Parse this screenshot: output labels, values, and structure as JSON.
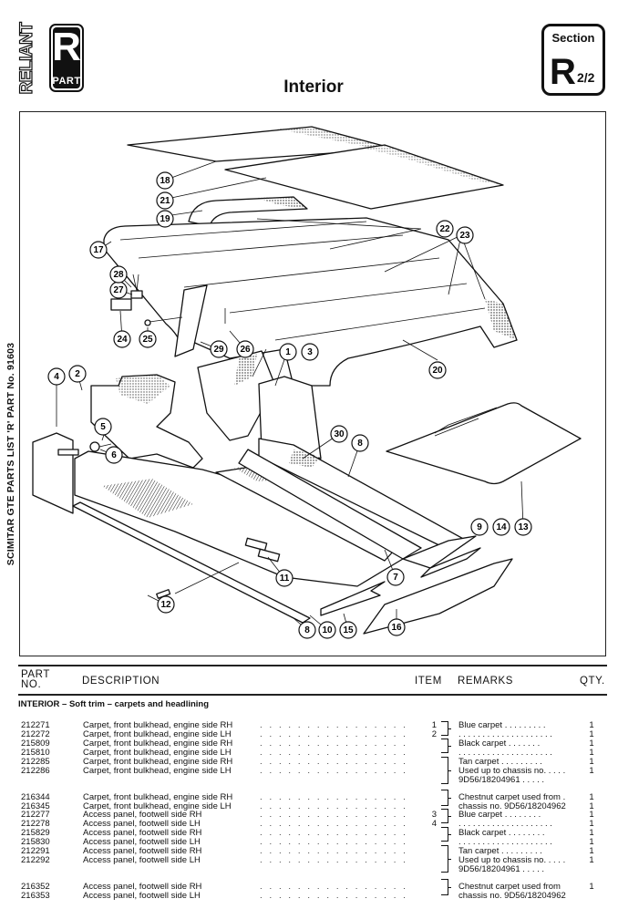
{
  "header": {
    "brand": "RELIANT",
    "logo_letter": "R",
    "logo_sub": "PART",
    "title": "Interior",
    "section_label": "Section",
    "section_letter": "R",
    "section_page": "2/2"
  },
  "side_label": "SCIMITAR GTE PARTS LIST 'R' PART No. 91603",
  "diagram": {
    "callouts": [
      "1",
      "2",
      "3",
      "4",
      "5",
      "6",
      "7",
      "8",
      "8",
      "9",
      "10",
      "11",
      "12",
      "13",
      "14",
      "15",
      "16",
      "17",
      "18",
      "19",
      "20",
      "21",
      "22",
      "23",
      "24",
      "25",
      "26",
      "27",
      "28",
      "29",
      "30"
    ]
  },
  "table": {
    "headers": {
      "part_no_line1": "PART",
      "part_no_line2": "NO.",
      "description": "DESCRIPTION",
      "item": "ITEM",
      "remarks": "REMARKS",
      "qty": "QTY."
    },
    "section_heading": "INTERIOR – Soft trim – carpets and headlining",
    "leader_dots": ". . . . . . . . . . . . . . . . . . . . . . . . .",
    "rows": [
      {
        "part_no": "212271",
        "description": "Carpet, front bulkhead, engine side RH",
        "item": "1",
        "remarks": "Blue carpet . . . . . . . . .",
        "qty": "1"
      },
      {
        "part_no": "212272",
        "description": "Carpet, front bulkhead, engine side LH",
        "item": "2",
        "remarks": ". . . . . . . . . . . . . . . . . . . .",
        "qty": "1"
      },
      {
        "part_no": "215809",
        "description": "Carpet, front bulkhead, engine side RH",
        "item": "",
        "remarks": "Black carpet . . . . . . .",
        "qty": "1"
      },
      {
        "part_no": "215810",
        "description": "Carpet, front bulkhead, engine side LH",
        "item": "",
        "remarks": ". . . . . . . . . . . . . . . . . . . .",
        "qty": "1"
      },
      {
        "part_no": "212285",
        "description": "Carpet, front bulkhead, engine side RH",
        "item": "",
        "remarks": "Tan carpet . . . . . . . . .",
        "qty": "1"
      },
      {
        "part_no": "212286",
        "description": "Carpet, front bulkhead, engine side LH",
        "item": "",
        "remarks": "Used up to chassis no. . . . .",
        "qty": "1"
      },
      {
        "part_no": "",
        "description": "",
        "item": "",
        "remarks": "9D56/18204961 . . . . .",
        "qty": ""
      },
      {
        "part_no": "216344",
        "description": "Carpet, front bulkhead, engine side RH",
        "item": "",
        "remarks": "Chestnut carpet used from .",
        "qty": "1"
      },
      {
        "part_no": "216345",
        "description": "Carpet, front bulkhead, engine side LH",
        "item": "",
        "remarks": "chassis no. 9D56/18204962",
        "qty": "1"
      },
      {
        "part_no": "212277",
        "description": "Access panel, footwell side RH",
        "item": "3",
        "remarks": "Blue carpet . . . . . . . .",
        "qty": "1"
      },
      {
        "part_no": "212278",
        "description": "Access panel, footwell side LH",
        "item": "4",
        "remarks": ". . . . . . . . . . . . . . . . . . . .",
        "qty": "1"
      },
      {
        "part_no": "215829",
        "description": "Access panel, footwell side RH",
        "item": "",
        "remarks": "Black carpet . . . . . . . .",
        "qty": "1"
      },
      {
        "part_no": "215830",
        "description": "Access panel, footwell side LH",
        "item": "",
        "remarks": ". . . . . . . . . . . . . . . . . . . .",
        "qty": "1"
      },
      {
        "part_no": "212291",
        "description": "Access panel, footwell side RH",
        "item": "",
        "remarks": "Tan carpet . . . . . . . . .",
        "qty": "1"
      },
      {
        "part_no": "212292",
        "description": "Access panel, footwell side LH",
        "item": "",
        "remarks": "Used up to chassis no. . . . .",
        "qty": "1"
      },
      {
        "part_no": "",
        "description": "",
        "item": "",
        "remarks": "9D56/18204961 . . . . .",
        "qty": ""
      },
      {
        "part_no": "216352",
        "description": "Access panel, footwell side RH",
        "item": "",
        "remarks": "Chestnut carpet used from",
        "qty": "1"
      },
      {
        "part_no": "216353",
        "description": "Access panel, footwell side LH",
        "item": "",
        "remarks": "chassis no. 9D56/18204962",
        "qty": ""
      }
    ]
  }
}
